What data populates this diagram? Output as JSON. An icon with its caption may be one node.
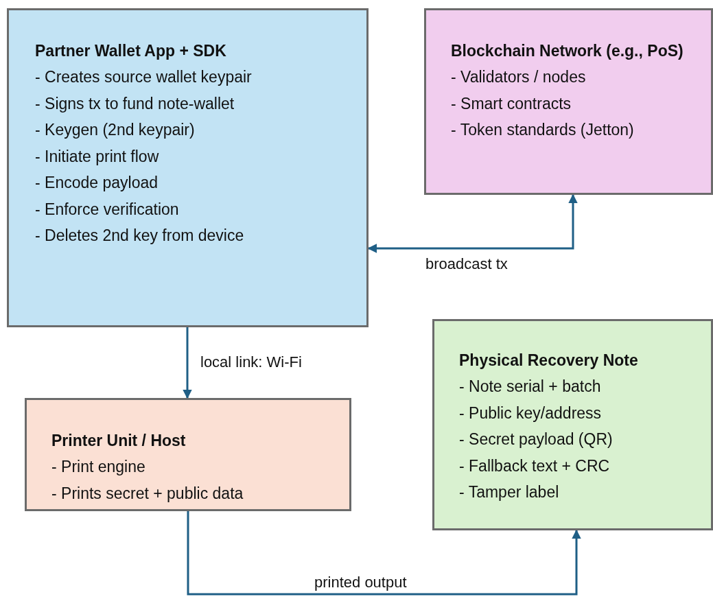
{
  "diagram": {
    "nodes": [
      {
        "text": [
          "Partner Wallet App + SDK",
          "- Creates source wallet keypair",
          "- Signs tx to fund note-wallet",
          "- Keygen (2nd keypair)",
          "- Initiate print flow",
          "- Encode payload",
          "- Enforce verification",
          "- Deletes 2nd key from device"
        ]
      },
      {
        "text": [
          "Blockchain Network (e.g., PoS)",
          "- Validators / nodes",
          "- Smart contracts",
          "- Token standards (Jetton)"
        ]
      },
      {
        "text": [
          "Printer Unit / Host",
          "- Print engine",
          "- Prints secret + public data"
        ]
      },
      {
        "text": [
          "Physical Recovery Note",
          "- Note serial + batch",
          "- Public key/address",
          "- Secret payload (QR)",
          "- Fallback text + CRC",
          "- Tamper label"
        ]
      }
    ],
    "edges": [
      {
        "from": 0,
        "to": 1,
        "arrow": "both",
        "label": "broadcast tx"
      },
      {
        "from": 0,
        "to": 2,
        "arrow": "to",
        "label": "local link: Wi-Fi"
      },
      {
        "from": 2,
        "to": 3,
        "arrow": "to",
        "label": "printed output"
      }
    ]
  }
}
